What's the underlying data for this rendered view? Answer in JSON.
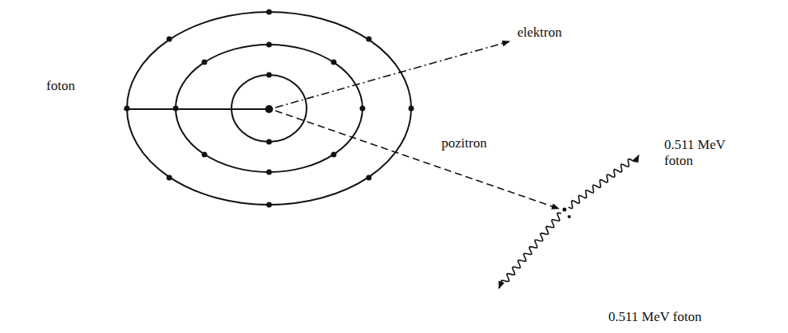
{
  "diagram": {
    "labels": [
      "foton",
      "elektron",
      "pozitron",
      "0.511 MeV foton",
      "0.511 MeV foton"
    ]
  }
}
